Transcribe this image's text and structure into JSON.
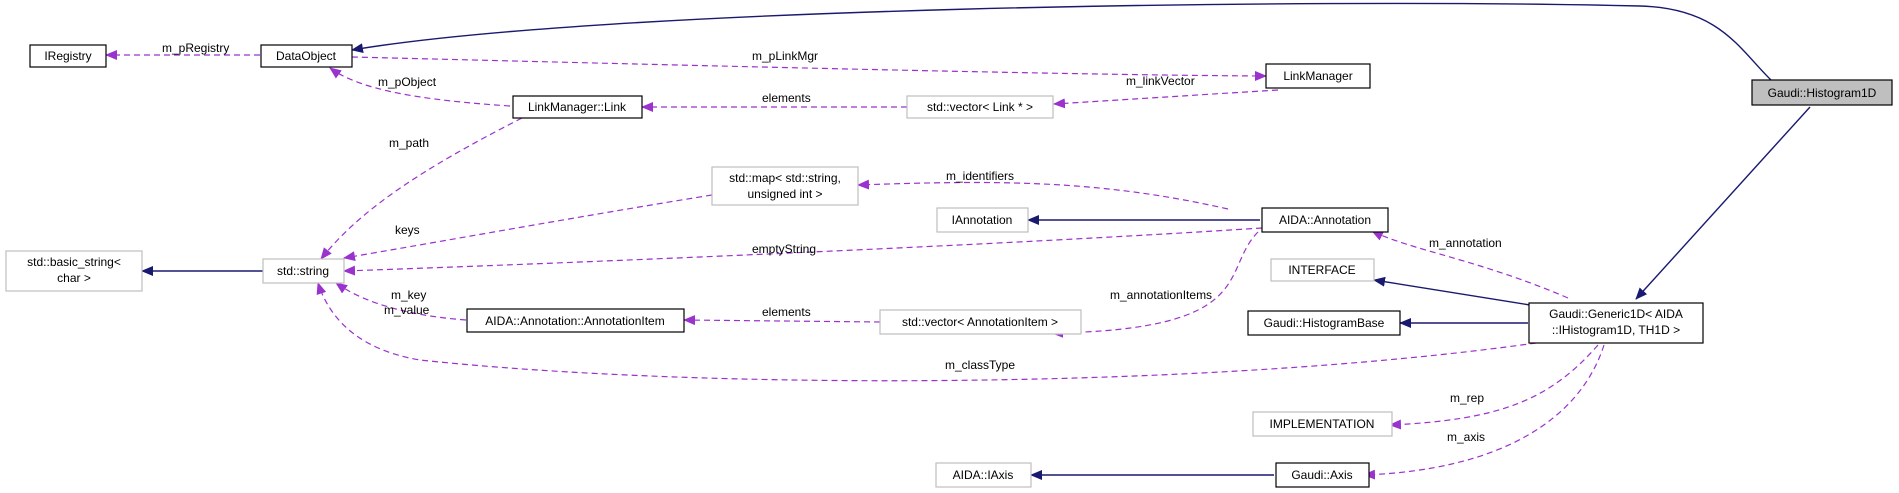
{
  "nodes": {
    "histogram1d": {
      "lines": [
        "Gaudi::Histogram1D"
      ]
    },
    "iregistry": {
      "lines": [
        "IRegistry"
      ]
    },
    "dataobject": {
      "lines": [
        "DataObject"
      ]
    },
    "linkmanager": {
      "lines": [
        "LinkManager"
      ]
    },
    "linkmanager_link": {
      "lines": [
        "LinkManager::Link"
      ]
    },
    "vector_link": {
      "lines": [
        "std::vector< Link * >"
      ]
    },
    "map_string_uint": {
      "lines": [
        "std::map< std::string,",
        "unsigned int >"
      ]
    },
    "iannotation": {
      "lines": [
        "IAnnotation"
      ]
    },
    "aida_annotation": {
      "lines": [
        "AIDA::Annotation"
      ]
    },
    "basic_string": {
      "lines": [
        "std::basic_string<",
        "char >"
      ]
    },
    "std_string": {
      "lines": [
        "std::string"
      ]
    },
    "interface": {
      "lines": [
        "INTERFACE"
      ]
    },
    "generic1d": {
      "lines": [
        "Gaudi::Generic1D< AIDA",
        "::IHistogram1D, TH1D >"
      ]
    },
    "histogrambase": {
      "lines": [
        "Gaudi::HistogramBase"
      ]
    },
    "annotation_item": {
      "lines": [
        "AIDA::Annotation::AnnotationItem"
      ]
    },
    "vector_annotation_item": {
      "lines": [
        "std::vector< AnnotationItem >"
      ]
    },
    "implementation": {
      "lines": [
        "IMPLEMENTATION"
      ]
    },
    "aida_iaxis": {
      "lines": [
        "AIDA::IAxis"
      ]
    },
    "gaudi_axis": {
      "lines": [
        "Gaudi::Axis"
      ]
    }
  },
  "edge_labels": {
    "m_pRegistry": "m_pRegistry",
    "m_pLinkMgr": "m_pLinkMgr",
    "m_pObject": "m_pObject",
    "m_linkVector": "m_linkVector",
    "elements_link": "elements",
    "m_path": "m_path",
    "m_identifiers": "m_identifiers",
    "keys": "keys",
    "emptyString": "emptyString",
    "m_annotation": "m_annotation",
    "m_annotationItems": "m_annotationItems",
    "m_key": "m_key",
    "m_value": "m_value",
    "elements_item": "elements",
    "m_classType": "m_classType",
    "m_rep": "m_rep",
    "m_axis": "m_axis"
  },
  "colors": {
    "inheritance": "#191970",
    "usage": "#9a32cd",
    "external_border": "#bfbfbf",
    "focus_fill": "#bfbfbf"
  }
}
